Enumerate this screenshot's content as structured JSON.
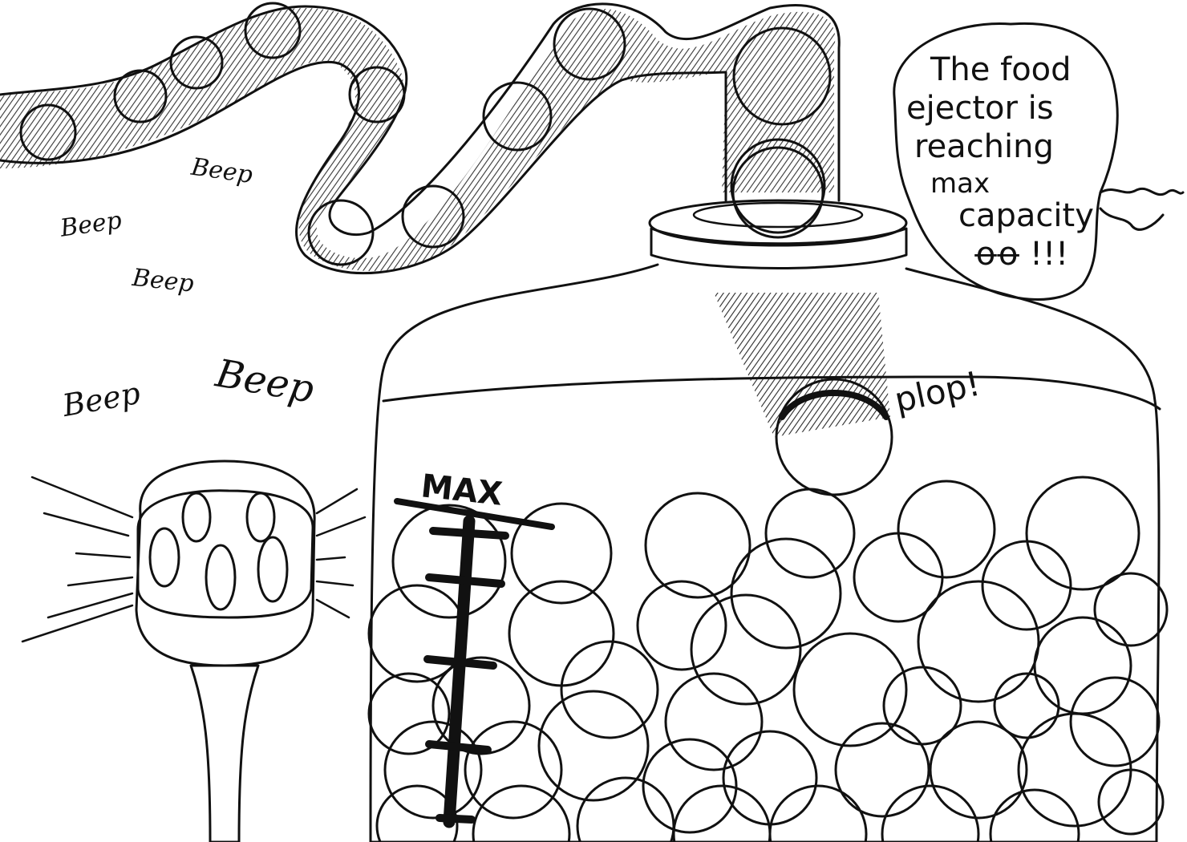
{
  "speech_bubble": {
    "lines": [
      "The food",
      "ejector is",
      "reaching",
      "max",
      "capacity",
      "ꝋꝋ !!!"
    ]
  },
  "sound_effects": {
    "beep_1": "Beep",
    "beep_2": "Beep",
    "beep_3": "Beep",
    "beep_4": "Beep",
    "beep_5": "Beep",
    "plop": "plop!"
  },
  "container": {
    "gauge_label": "MAX"
  },
  "colors": {
    "ink": "#111111",
    "paper": "#ffffff"
  }
}
